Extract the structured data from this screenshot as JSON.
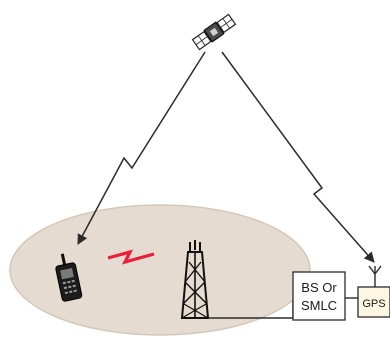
{
  "diagram": {
    "bs_box": {
      "line1": "BS Or",
      "line2": "SMLC"
    },
    "gps_box": {
      "label": "GPS"
    }
  },
  "icons": {
    "satellite": "satellite-icon",
    "phone": "mobile-phone-icon",
    "tower": "cell-tower-icon",
    "antenna": "gps-antenna-icon",
    "radio_link": "wireless-signal-icon"
  },
  "colors": {
    "coverage_fill": "#e6dbd0",
    "coverage_stroke": "#d4c7b8",
    "line": "#2b2b2b",
    "signal": "#e8203a",
    "gps_box_fill": "#fdf6e3"
  }
}
